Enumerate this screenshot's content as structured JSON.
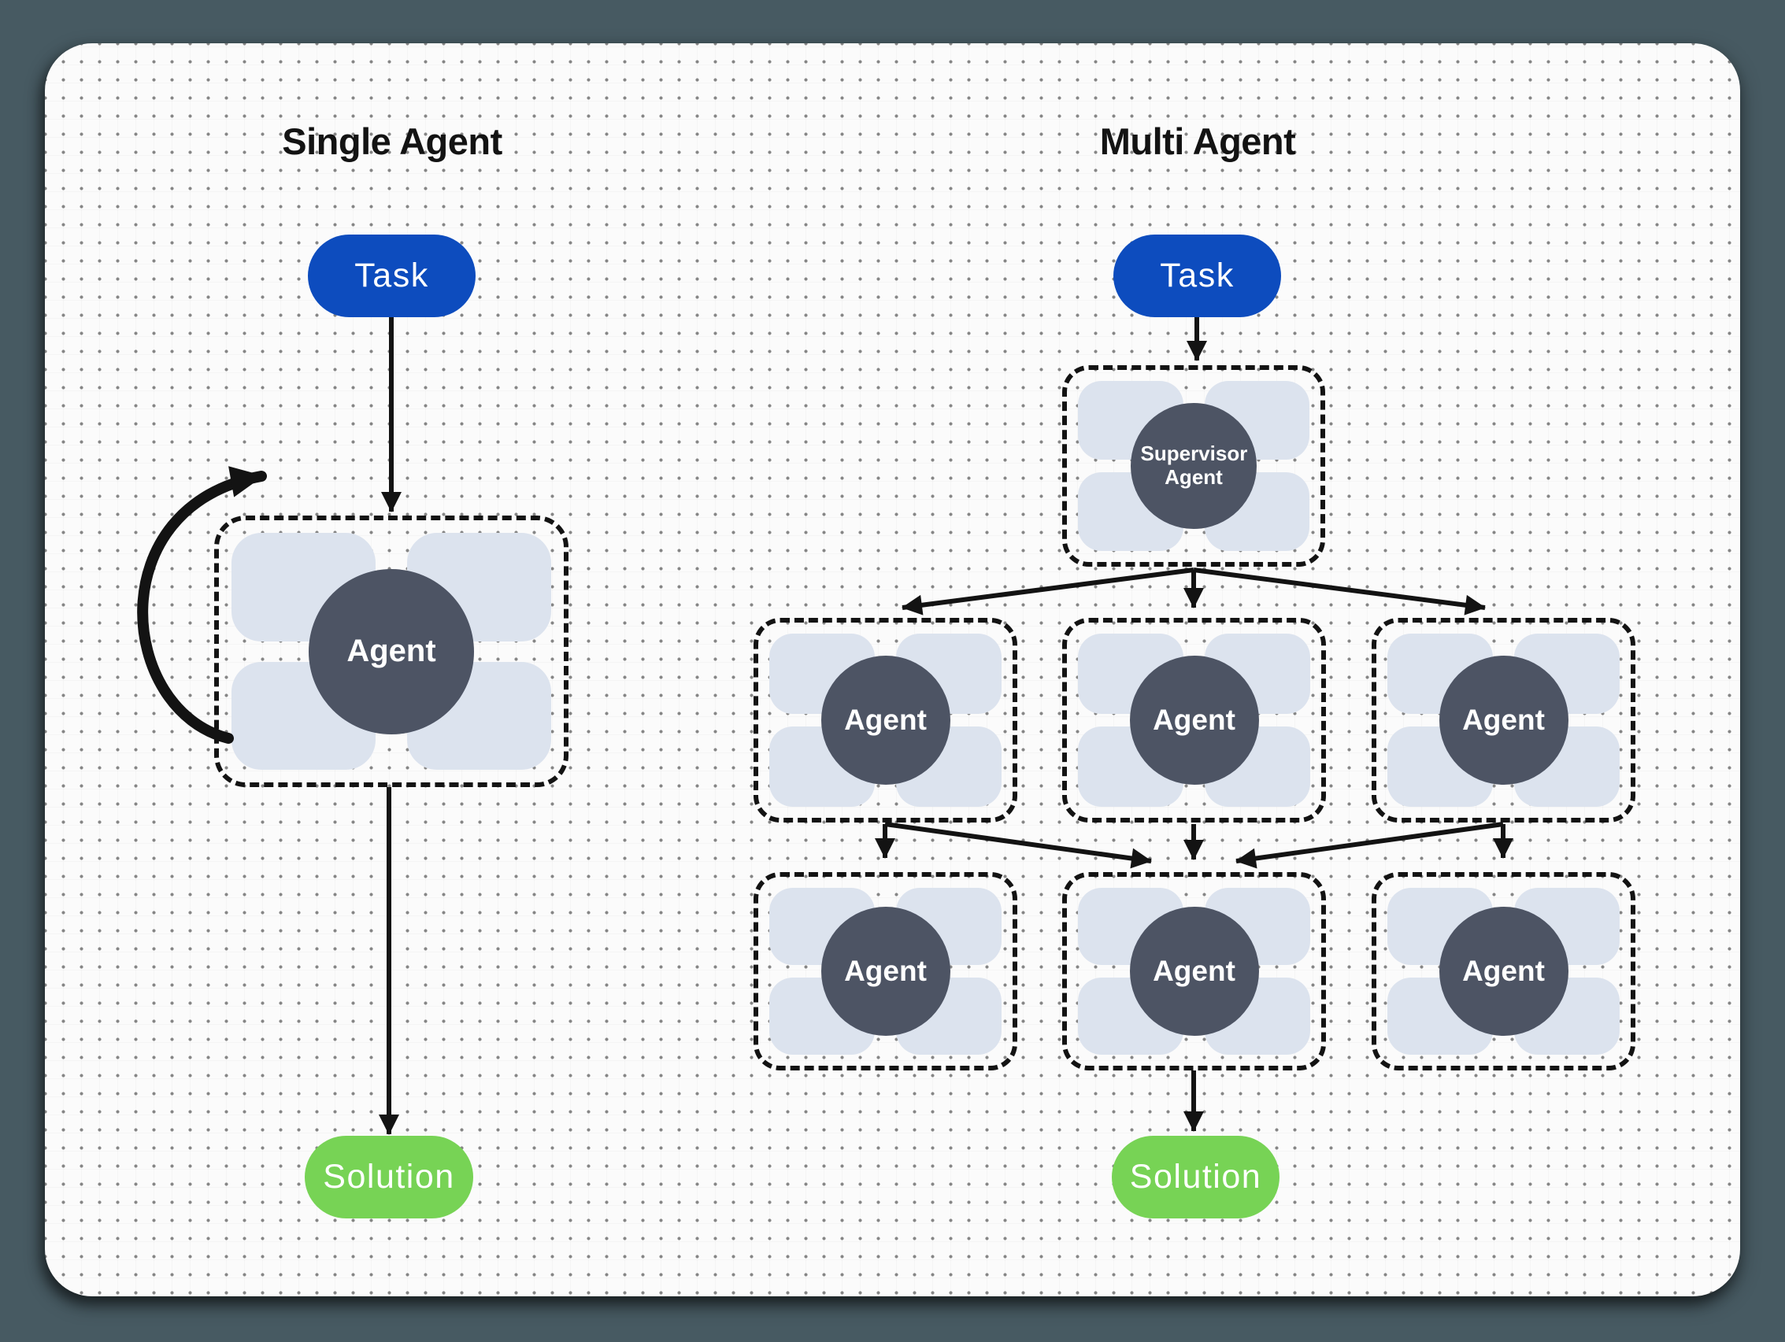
{
  "single": {
    "title": "Single Agent",
    "task_label": "Task",
    "agent_label": "Agent",
    "solution_label": "Solution"
  },
  "multi": {
    "title": "Multi Agent",
    "task_label": "Task",
    "supervisor_label": "Supervisor Agent",
    "workers_top": [
      "Agent",
      "Agent",
      "Agent"
    ],
    "workers_bottom": [
      "Agent",
      "Agent",
      "Agent"
    ],
    "solution_label": "Solution"
  },
  "colors": {
    "outer_bg": "#475a62",
    "card_bg": "#fbfbfb",
    "task_blue": "#0d4cbe",
    "solution_green": "#77d355",
    "agent_dark": "#4d5464",
    "chip_light": "#dce3ee",
    "line_black": "#131313"
  }
}
